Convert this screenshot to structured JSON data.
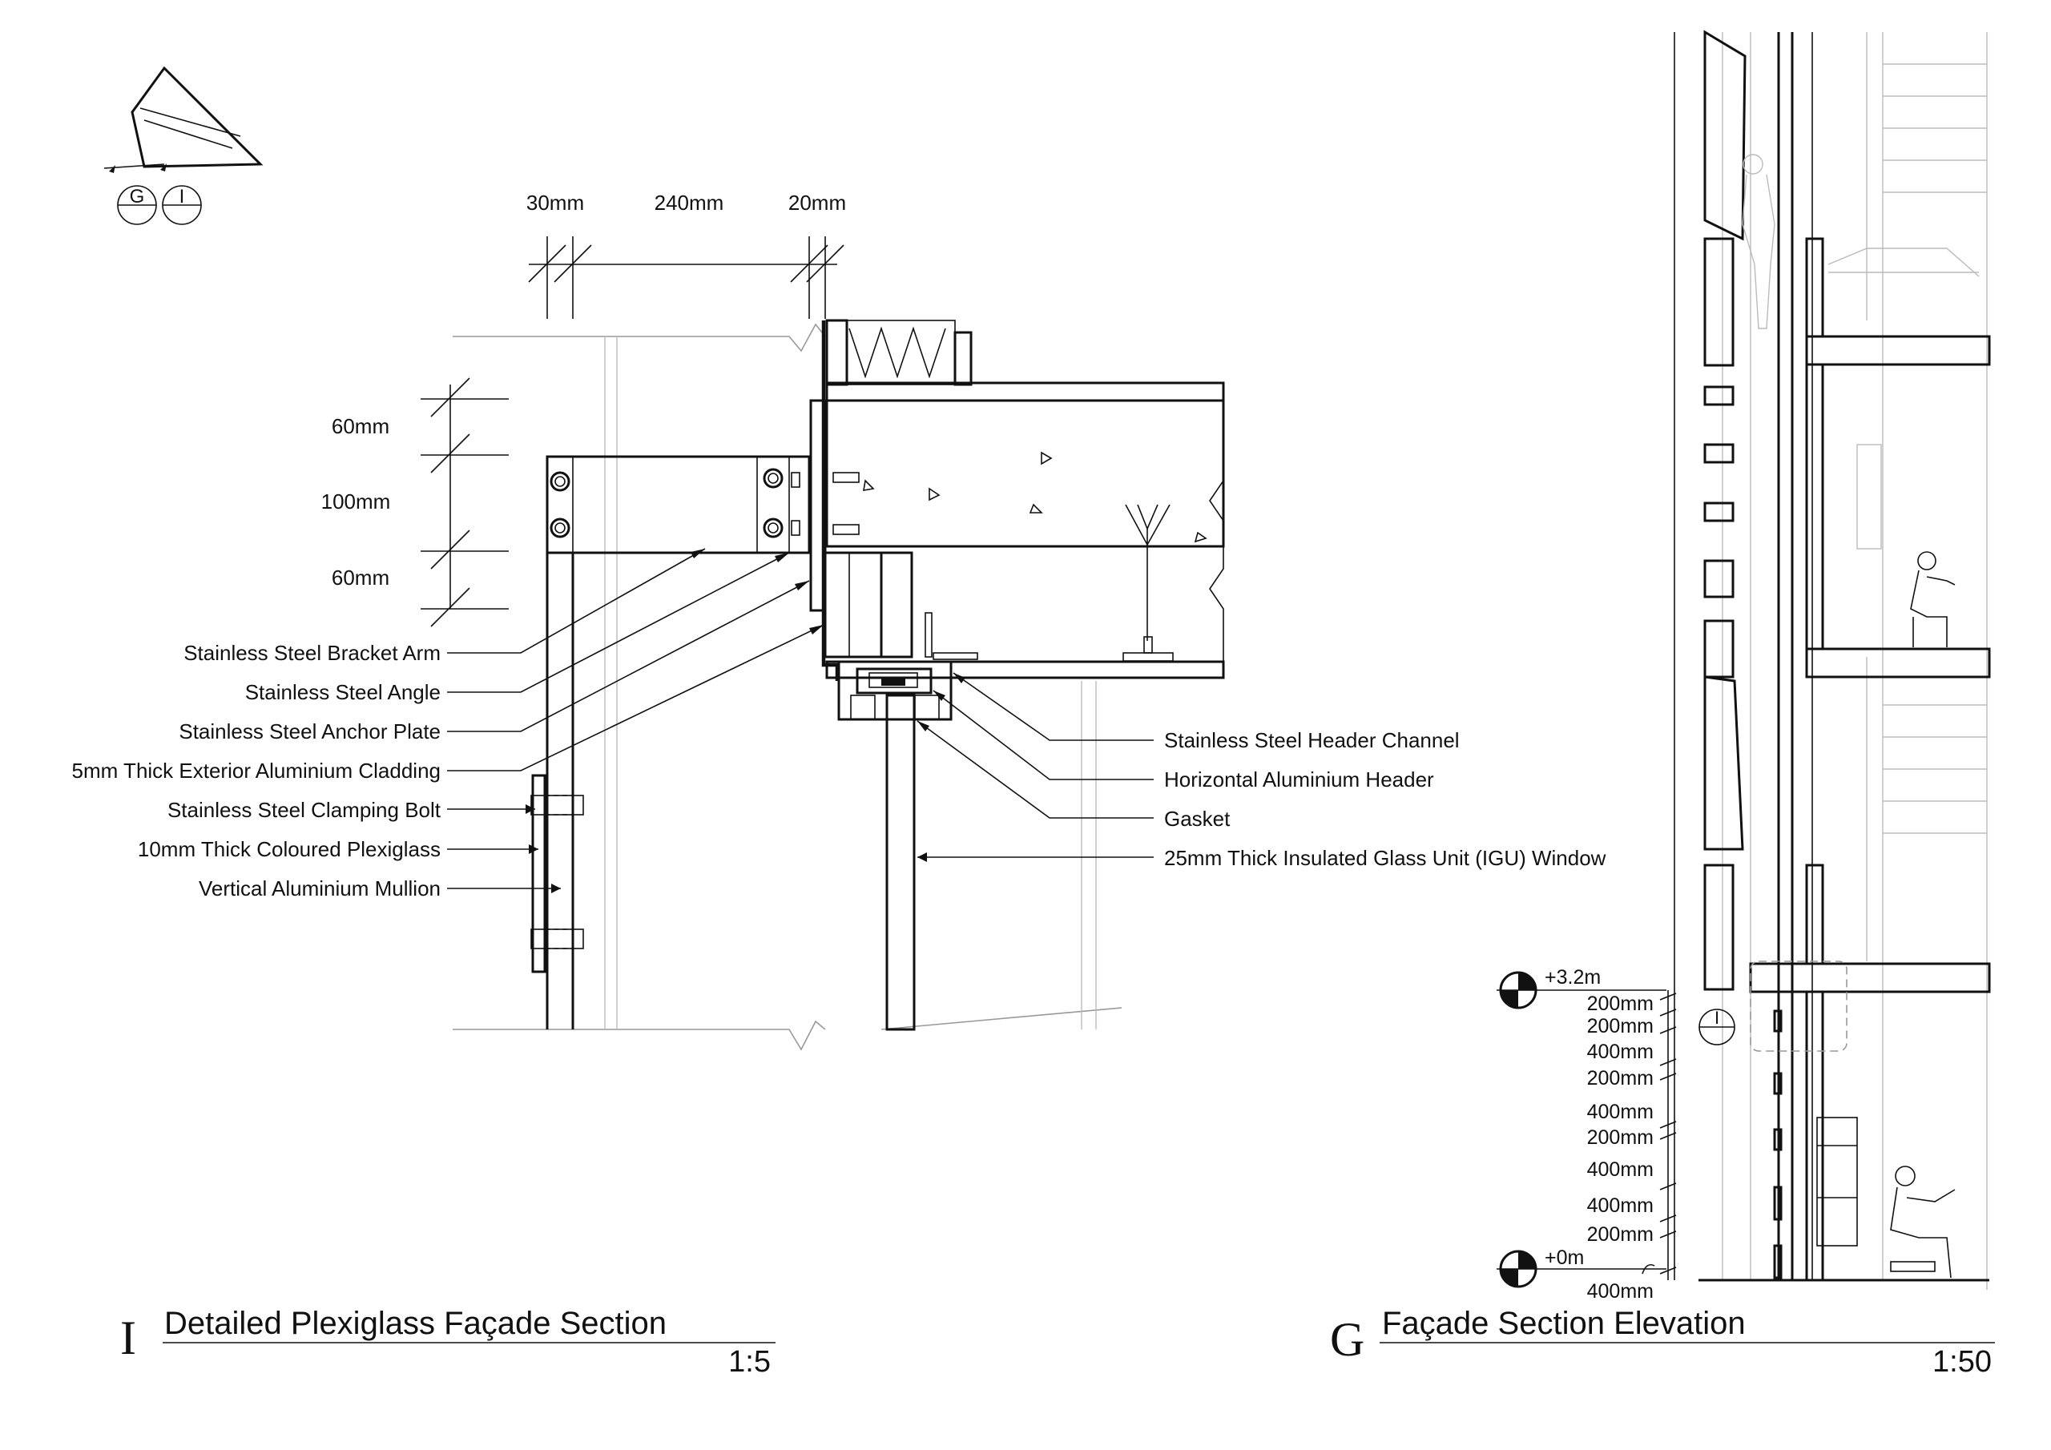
{
  "key_plan": {
    "marker_g": "G",
    "marker_i": "I"
  },
  "detail_section": {
    "letter": "I",
    "title": "Detailed Plexiglass Façade Section",
    "scale": "1:5",
    "horizontal_dims": [
      "30mm",
      "240mm",
      "20mm"
    ],
    "vertical_dims": [
      "60mm",
      "100mm",
      "60mm"
    ],
    "left_labels": [
      "Stainless Steel Bracket Arm",
      "Stainless Steel Angle",
      "Stainless Steel Anchor Plate",
      "5mm Thick Exterior Aluminium Cladding",
      "Stainless Steel Clamping Bolt",
      "10mm Thick Coloured Plexiglass",
      "Vertical Aluminium Mullion"
    ],
    "right_labels": [
      "Stainless Steel Header Channel",
      "Horizontal Aluminium Header",
      "Gasket",
      "25mm Thick Insulated Glass Unit (IGU) Window"
    ]
  },
  "elevation_section": {
    "letter": "G",
    "title": "Façade Section Elevation",
    "scale": "1:50",
    "level_top": "+3.2m",
    "level_bottom": "+0m",
    "callout_marker": "I",
    "stack_dims": [
      "200mm",
      "200mm",
      "400mm",
      "200mm",
      "400mm",
      "200mm",
      "400mm",
      "400mm",
      "200mm",
      "400mm"
    ]
  },
  "colors": {
    "line": "#111111",
    "light_line": "#999999",
    "background": "#ffffff"
  }
}
